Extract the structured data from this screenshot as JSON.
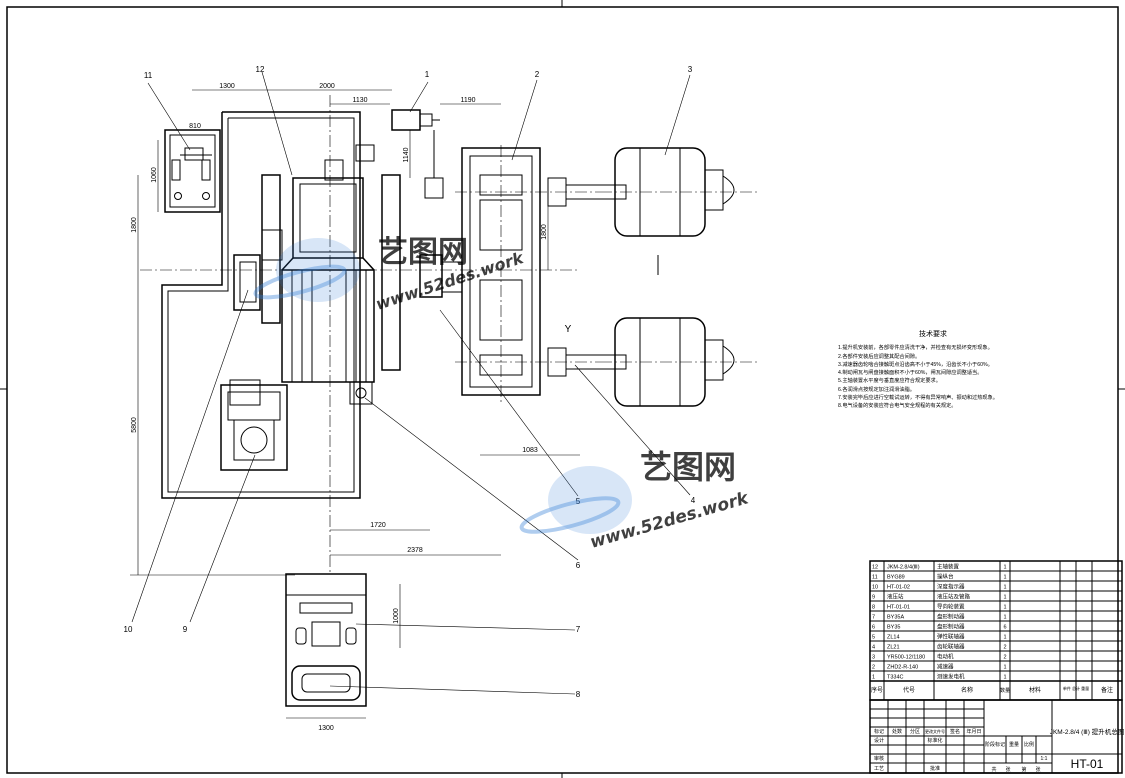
{
  "drawing": {
    "drawing_number": "HT-01",
    "title_cell": "JKM-2.8/4 (Ⅲ) 提升机总图",
    "dimensions": [
      "1300",
      "2000",
      "1130",
      "1190",
      "810",
      "1140",
      "1060",
      "1800",
      "5800",
      "1800",
      "1083",
      "1720",
      "2378",
      "1000",
      "1300"
    ],
    "part_labels": [
      "1",
      "2",
      "3",
      "4",
      "5",
      "6",
      "7",
      "8",
      "9",
      "10",
      "11",
      "12"
    ],
    "axis_y_label": "Y"
  },
  "technical_notes": {
    "title": "技术要求",
    "lines": [
      "1.提升机安装前，各部零件应清洗干净，并检查有无损坏变形现象。",
      "2.各部件安装后应调整其配合间隙。",
      "3.减速器齿轮啮合接触斑点沿齿高不小于45%，沿齿长不小于60%。",
      "4.制动闸瓦与闸盘接触面积不小于60%，闸瓦间隙应调整适当。",
      "5.主轴装置水平度与垂直度应符合规定要求。",
      "6.各润滑点按规定加注润滑油脂。",
      "7.安装完毕后应进行空载试运转，不得有异常响声、振动和过热现象。",
      "8.电气设备的安装应符合电气安全规程的有关规定。"
    ]
  },
  "bom": {
    "headers": [
      "序号",
      "代号",
      "名称",
      "数量",
      "材料",
      "单件 总计 重量",
      "备注"
    ],
    "rows": [
      {
        "no": "12",
        "code": "JKM-2.8/4(Ⅲ)",
        "name": "主轴装置",
        "qty": "1"
      },
      {
        "no": "11",
        "code": "BYG89",
        "name": "操纵台",
        "qty": "1"
      },
      {
        "no": "10",
        "code": "HT-01-02",
        "name": "深度指示器",
        "qty": "1"
      },
      {
        "no": "9",
        "code": "液压站",
        "name": "液压站及管路",
        "qty": "1"
      },
      {
        "no": "8",
        "code": "HT-01-01",
        "name": "导向轮装置",
        "qty": "1"
      },
      {
        "no": "7",
        "code": "BY35A",
        "name": "盘形制动器",
        "qty": "1"
      },
      {
        "no": "6",
        "code": "BY35",
        "name": "盘形制动器",
        "qty": "6"
      },
      {
        "no": "5",
        "code": "ZL14",
        "name": "弹性联轴器",
        "qty": "1"
      },
      {
        "no": "4",
        "code": "ZL21",
        "name": "齿轮联轴器",
        "qty": "2"
      },
      {
        "no": "3",
        "code": "YR500-12/1180",
        "name": "电动机",
        "qty": "2"
      },
      {
        "no": "2",
        "code": "ZHD2-R-140",
        "name": "减速器",
        "qty": "1"
      },
      {
        "no": "1",
        "code": "T334C",
        "name": "测速发电机",
        "qty": "1"
      }
    ]
  },
  "title_block": {
    "row_labels": [
      "设计",
      "审核",
      "工艺"
    ],
    "sign_header": [
      "标记",
      "处数",
      "分区",
      "更改文件号",
      "签名",
      "年月日"
    ],
    "sub_labels": [
      "标准化",
      "批准"
    ],
    "stage_labels": [
      "阶段标记",
      "重量",
      "比例"
    ],
    "scale_value": "1:1",
    "sheet_text": [
      "共",
      "张",
      "第",
      "张"
    ]
  },
  "watermark": {
    "brand": "艺图网",
    "url": "www.52des.work"
  },
  "colors": {
    "line": "#000000",
    "watermark": "#2e7bd6"
  }
}
